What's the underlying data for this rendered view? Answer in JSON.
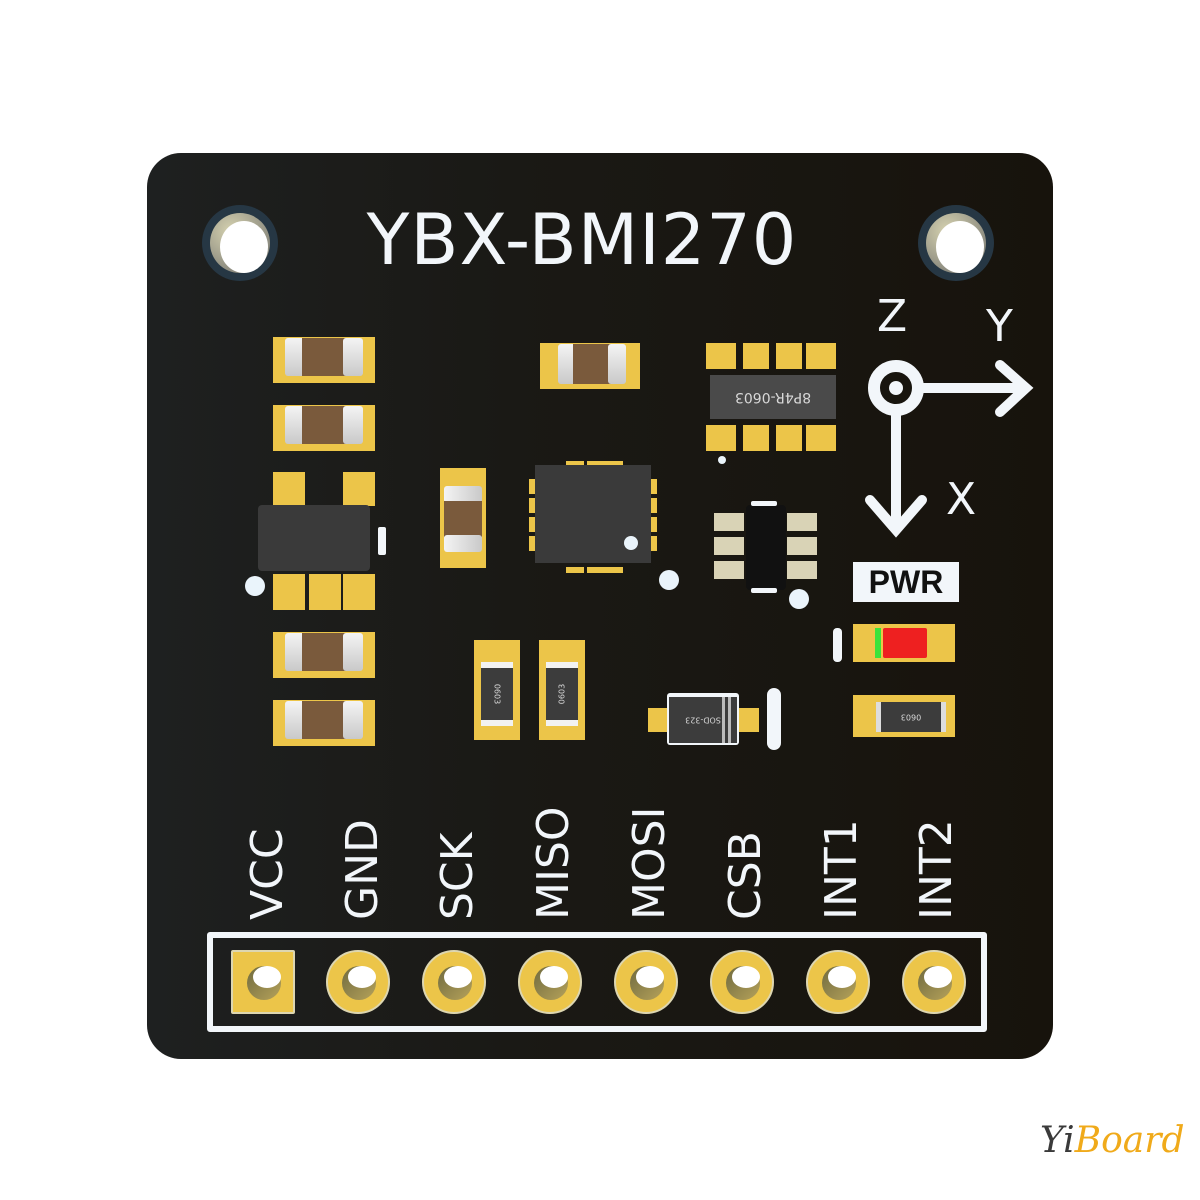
{
  "board": {
    "title": "YBX-BMI270",
    "colors": {
      "pcb": "#1a1915",
      "silkscreen": "#f2f6fa",
      "pad_gold": "#ecc549",
      "led_red": "#ee2020"
    }
  },
  "axes": {
    "z": "Z",
    "y": "Y",
    "x": "X"
  },
  "indicator": {
    "label": "PWR"
  },
  "components": {
    "resistor_array_marking": "8P4R-0603",
    "resistor_left_marking": "0603",
    "resistor_right_marking": "0603",
    "diode_marking": "SOD-323",
    "pwr_resistor_marking": "0603"
  },
  "pins": [
    {
      "label": "VCC"
    },
    {
      "label": "GND"
    },
    {
      "label": "SCK"
    },
    {
      "label": "MISO"
    },
    {
      "label": "MOSI"
    },
    {
      "label": "CSB"
    },
    {
      "label": "INT1"
    },
    {
      "label": "INT2"
    }
  ],
  "watermark": {
    "part1": "Yi",
    "part2": "Board"
  }
}
